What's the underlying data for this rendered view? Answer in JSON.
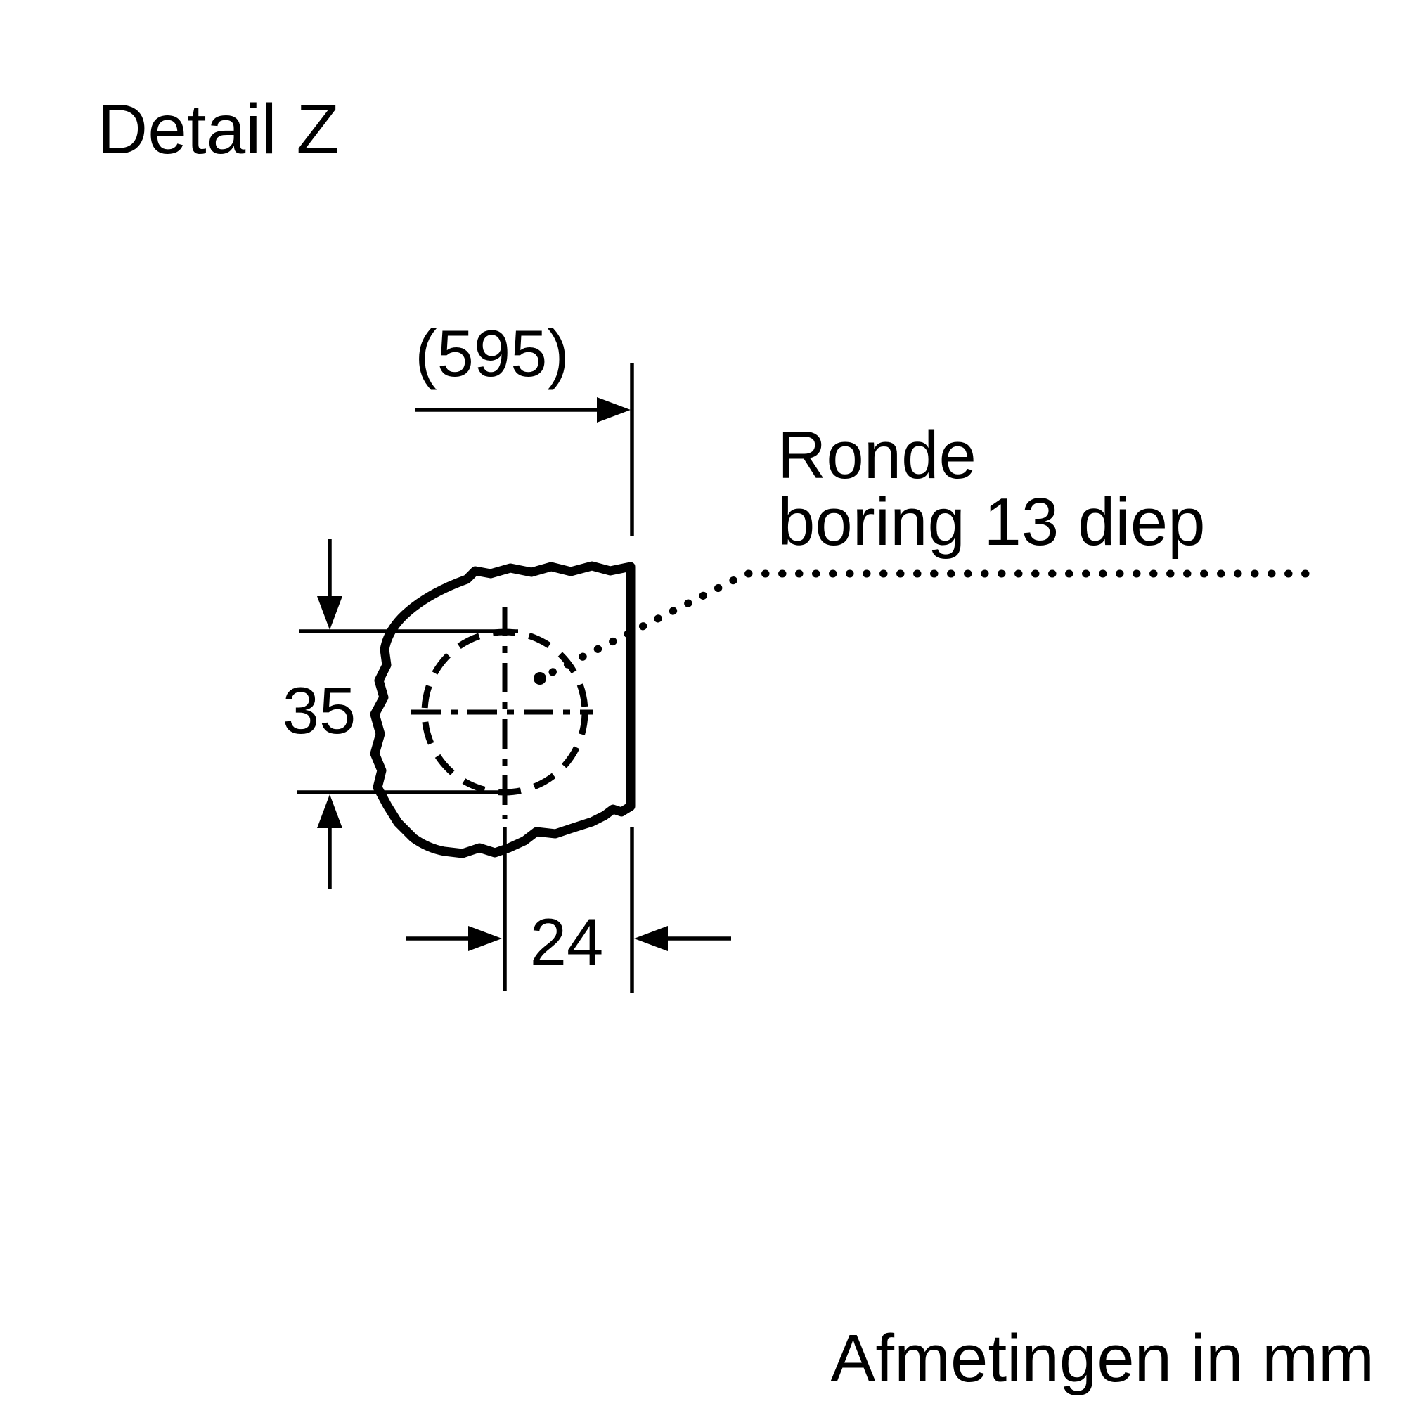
{
  "colors": {
    "ink": "#000000",
    "background": "#ffffff"
  },
  "title": "Detail Z",
  "detail_view": {
    "dim_width_top": "(595)",
    "dim_hole_height": "35",
    "dim_offset_bottom": "24",
    "callout_line1": "Ronde",
    "callout_line2": "boring 13 diep"
  },
  "footer": {
    "units_note": "Afmetingen in mm"
  }
}
